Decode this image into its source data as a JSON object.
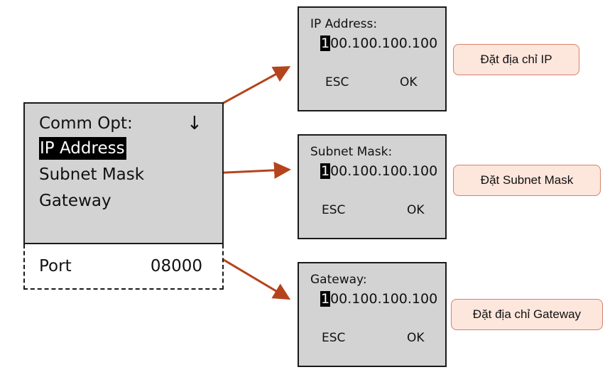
{
  "main_menu": {
    "title": "Comm Opt:",
    "scroll_indicator": "↓",
    "items": [
      {
        "label": "IP Address",
        "selected": true
      },
      {
        "label": "Subnet Mask",
        "selected": false
      },
      {
        "label": "Gateway",
        "selected": false
      }
    ],
    "port": {
      "label": "Port",
      "value": "08000"
    }
  },
  "screens": {
    "ip": {
      "title": "IP Address:",
      "cursor_digit": "1",
      "value_rest": "00.100.100.100",
      "esc": "ESC",
      "ok": "OK"
    },
    "subnet": {
      "title": "Subnet Mask:",
      "cursor_digit": "1",
      "value_rest": "00.100.100.100",
      "esc": "ESC",
      "ok": "OK"
    },
    "gateway": {
      "title": "Gateway:",
      "cursor_digit": "1",
      "value_rest": "00.100.100.100",
      "esc": "ESC",
      "ok": "OK"
    }
  },
  "callouts": {
    "ip": "Đặt địa chỉ IP",
    "subnet": "Đặt Subnet Mask",
    "gateway": "Đặt địa chỉ Gateway"
  },
  "colors": {
    "screen_bg": "#d3d3d3",
    "arrow": "#b5441c",
    "callout_bg": "#fde6dc",
    "callout_border": "#d4816a"
  }
}
